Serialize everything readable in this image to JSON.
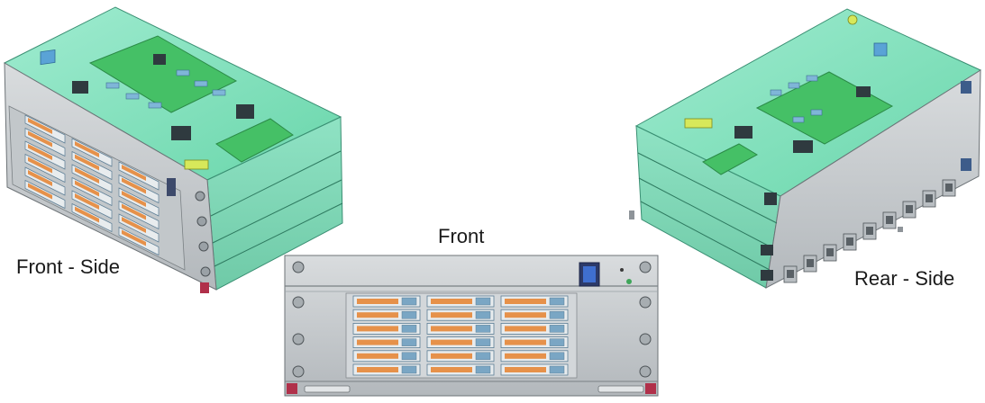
{
  "captions": {
    "front_side": "Front - Side",
    "front": "Front",
    "rear_side": "Rear - Side"
  },
  "colors": {
    "chassis": "#c9cdd0",
    "chassis_dark": "#8e9499",
    "glass": "#5fd6a8",
    "pcb": "#49c46a",
    "module": "#e6914a",
    "module_frame": "#5b7d95"
  }
}
